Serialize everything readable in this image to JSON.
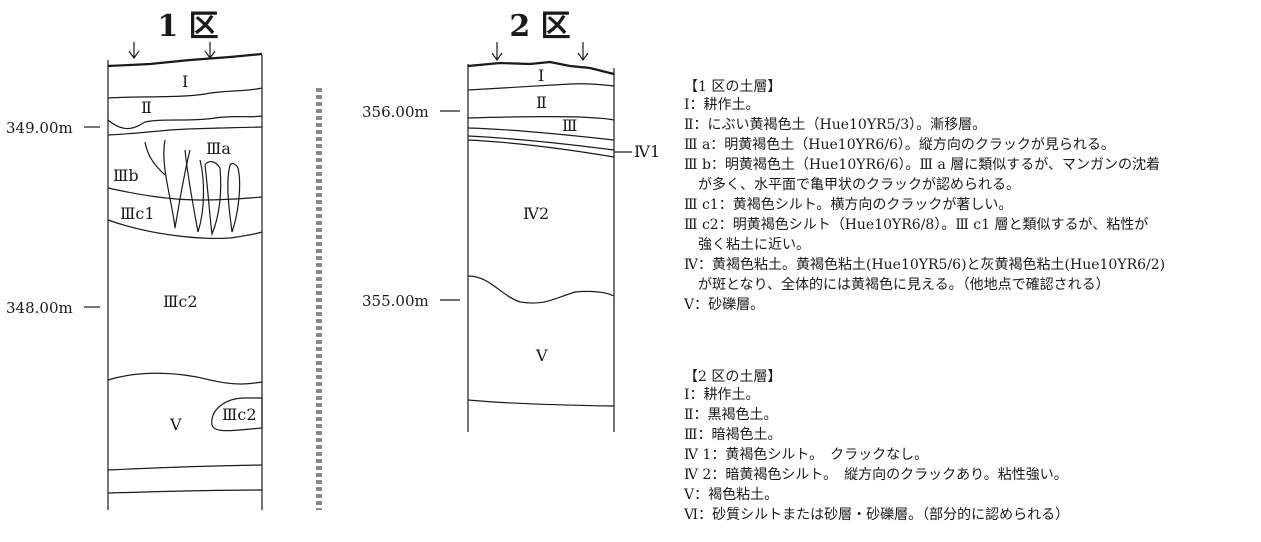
{
  "section1": {
    "title": "1 区",
    "elevations": [
      "349.00m",
      "348.00m"
    ],
    "layer_labels": {
      "I": "Ⅰ",
      "II": "Ⅱ",
      "IIIa": "Ⅲa",
      "IIIb": "Ⅲb",
      "IIIc1": "Ⅲc1",
      "IIIc2": "Ⅲc2",
      "V": "Ⅴ",
      "IIIc2_lens": "Ⅲc2"
    }
  },
  "section2": {
    "title": "2 区",
    "elevations": [
      "356.00m",
      "355.00m"
    ],
    "layer_labels": {
      "I": "Ⅰ",
      "II": "Ⅱ",
      "III": "Ⅲ",
      "IV1": "Ⅳ1",
      "IV2": "Ⅳ2",
      "V": "Ⅴ"
    }
  },
  "legend1": {
    "title": "【1 区の土層】",
    "items": [
      "Ⅰ：耕作土。",
      "Ⅱ：にぶい黄褐色土（Hue10YR5/3）。漸移層。",
      "Ⅲ a：明黄褐色土（Hue10YR6/6）。縦方向のクラックが見られる。",
      "Ⅲ b：明黄褐色土（Hue10YR6/6）。Ⅲ a 層に類似するが、マンガンの沈着",
      "　が多く、水平面で亀甲状のクラックが認められる。",
      "Ⅲ c1：黄褐色シルト。横方向のクラックが著しい。",
      "Ⅲ c2：明黄褐色シルト（Hue10YR6/8）。Ⅲ c1 層と類似するが、粘性が",
      "　強く粘土に近い。",
      "Ⅳ：黄褐色粘土。黄褐色粘土(Hue10YR5/6)と灰黄褐色粘土(Hue10YR6/2)",
      "　が斑となり、全体的には黄褐色に見える。（他地点で確認される）",
      "Ⅴ：砂礫層。"
    ]
  },
  "legend2": {
    "title": "【2 区の土層】",
    "items": [
      "Ⅰ：耕作土。",
      "Ⅱ：黒褐色土。",
      "Ⅲ：暗褐色土。",
      "Ⅳ 1：黄褐色シルト。　クラックなし。",
      "Ⅳ 2：暗黄褐色シルト。　縦方向のクラックあり。粘性強い。",
      "Ⅴ：褐色粘土。",
      "Ⅵ：砂質シルトまたは砂層・砂礫層。（部分的に認められる）"
    ]
  }
}
